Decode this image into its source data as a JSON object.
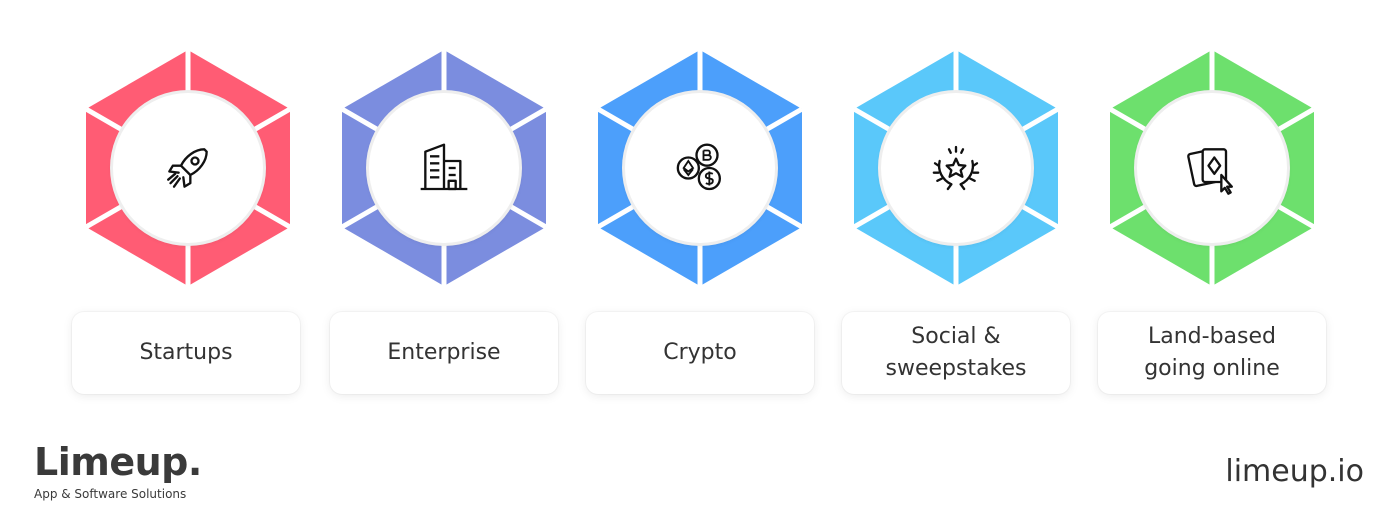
{
  "segments": [
    {
      "label": "Startups",
      "color": "#ff5c74",
      "icon": "rocket-icon"
    },
    {
      "label": "Enterprise",
      "color": "#7b8ddf",
      "icon": "office-building-icon"
    },
    {
      "label": "Crypto",
      "color": "#4c9ffb",
      "icon": "crypto-coins-icon"
    },
    {
      "label": "Social &\nsweepstakes",
      "color": "#5ac8fa",
      "icon": "award-laurel-star-icon"
    },
    {
      "label": "Land-based\ngoing online",
      "color": "#6de06d",
      "icon": "playing-cards-cursor-icon"
    }
  ],
  "brand": {
    "name": "Limeup.",
    "tagline": "App & Software Solutions"
  },
  "website": "limeup.io"
}
